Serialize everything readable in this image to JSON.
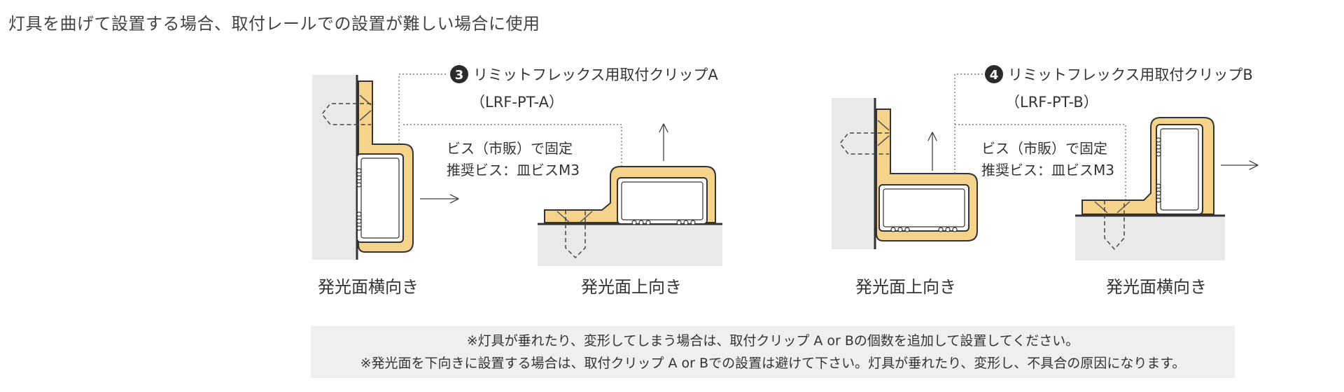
{
  "headline": "灯具を曲げて設置する場合、取付レールでの設置が難しい場合に使用",
  "clip_a": {
    "number": "3",
    "name": "リミットフレックス用取付クリップA",
    "code": "（LRF-PT-A）",
    "screw_line1": "ビス（市販）で固定",
    "screw_line2": "推奨ビス：皿ビスM3",
    "caption_left": "発光面横向き",
    "caption_right": "発光面上向き"
  },
  "clip_b": {
    "number": "4",
    "name": "リミットフレックス用取付クリップB",
    "code": "（LRF-PT-B）",
    "screw_line1": "ビス（市販）で固定",
    "screw_line2": "推奨ビス：皿ビスM3",
    "caption_left": "発光面上向き",
    "caption_right": "発光面横向き"
  },
  "notes": [
    "※灯具が垂れたり、変形してしまう場合は、取付クリップ A or Bの個数を追加して設置してください。",
    "※発光面を下向きに設置する場合は、取付クリップ A or Bでの設置は避けて下さい。灯具が垂れたり、変形し、不具合の原因になります。"
  ],
  "colors": {
    "clip_fill": "#f6d38a",
    "wall": "#e9e9e9",
    "outline": "#333333",
    "note_background": "#efefef"
  }
}
